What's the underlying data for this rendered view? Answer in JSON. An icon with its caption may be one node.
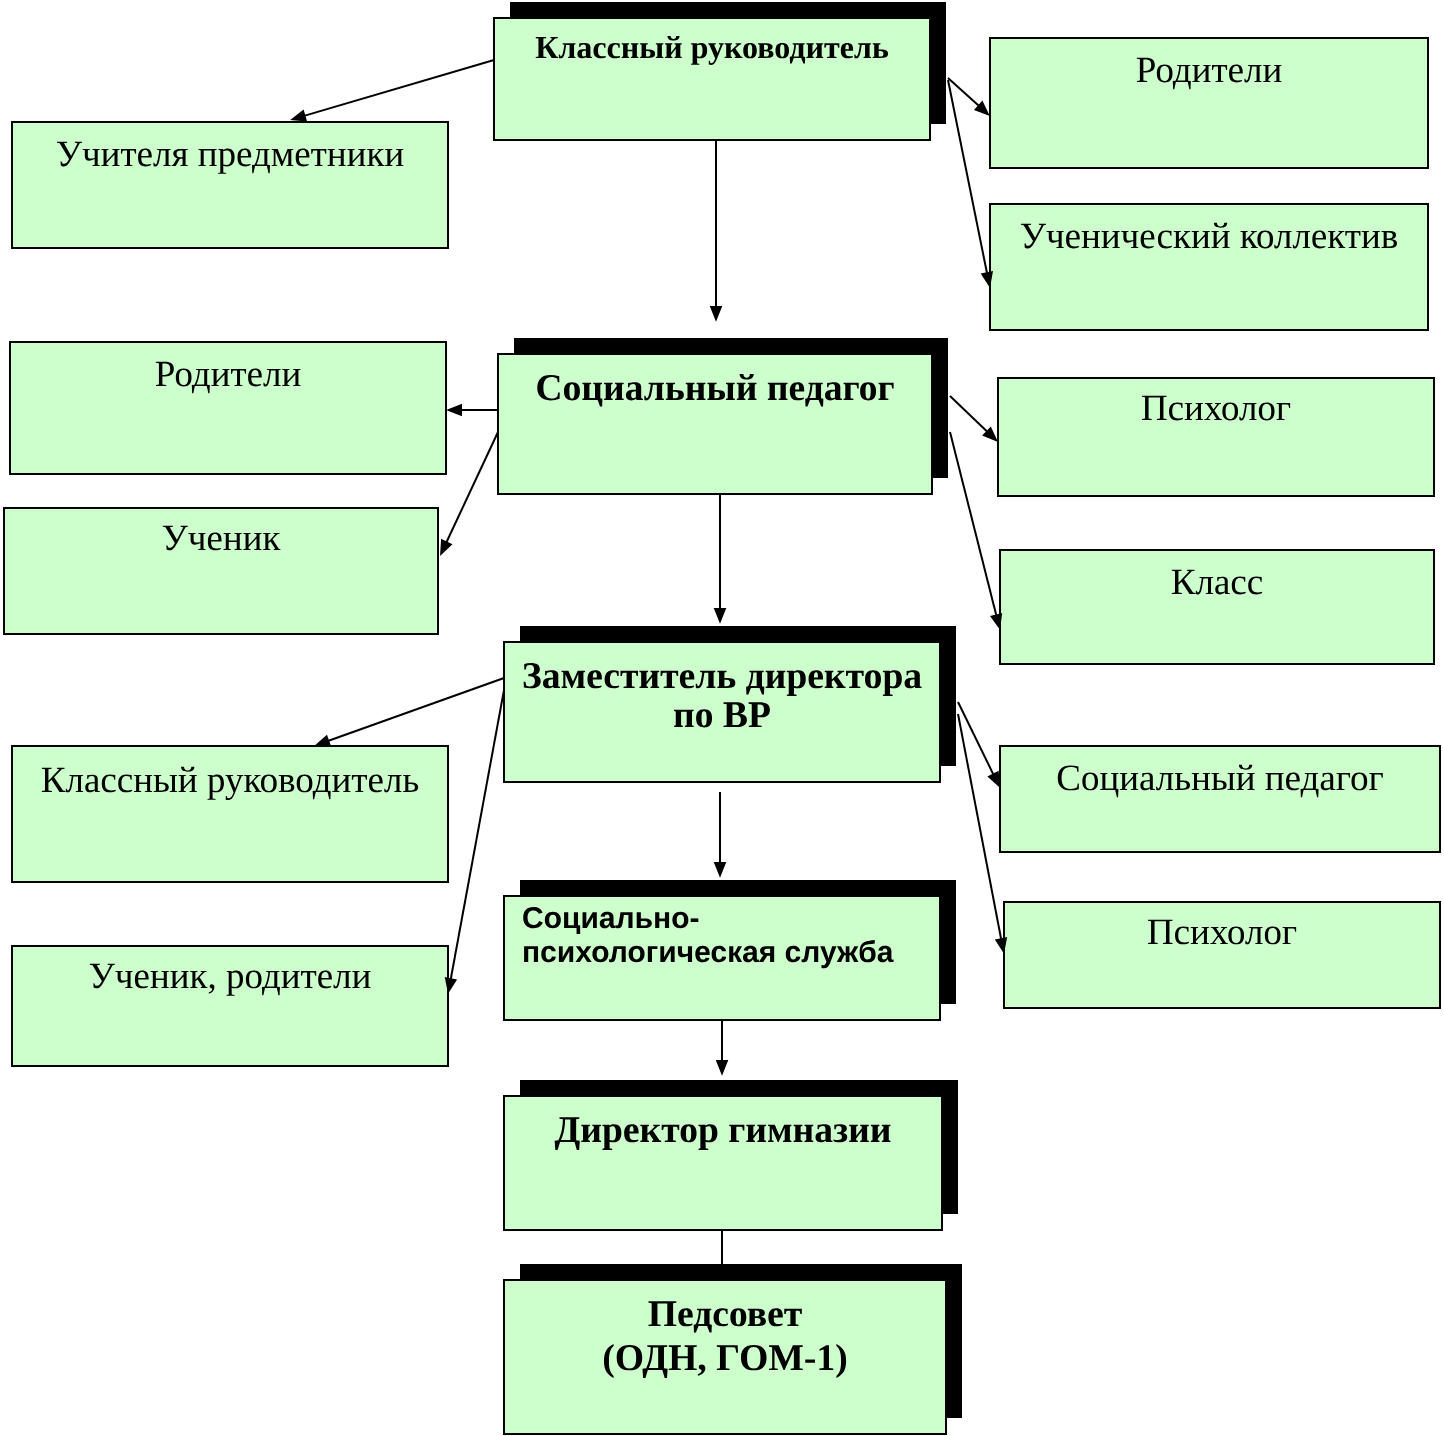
{
  "diagram": {
    "nodes": [
      {
        "text": [
          "Классный руководитель"
        ]
      },
      {
        "text": [
          "Учителя предметники"
        ]
      },
      {
        "text": [
          "Родители"
        ]
      },
      {
        "text": [
          "Ученический коллектив"
        ]
      },
      {
        "text": [
          "Социальный педагог"
        ]
      },
      {
        "text": [
          "Родители"
        ]
      },
      {
        "text": [
          "Ученик"
        ]
      },
      {
        "text": [
          "Психолог"
        ]
      },
      {
        "text": [
          "Класс"
        ]
      },
      {
        "text": [
          "Заместитель директора по ВР"
        ]
      },
      {
        "text": [
          "Классный руководитель"
        ]
      },
      {
        "text": [
          "Ученик, родители"
        ]
      },
      {
        "text": [
          "Социальный педагог"
        ]
      },
      {
        "text": [
          "Психолог"
        ]
      },
      {
        "text": [
          "Социально-психологическая служба"
        ]
      },
      {
        "text": [
          "Директор гимназии"
        ]
      },
      {
        "text": [
          "Педсовет (ОДН, ГОМ-1)"
        ]
      }
    ],
    "edges": [
      {
        "from": 0,
        "to": 1,
        "arrow": "to"
      },
      {
        "from": 0,
        "to": 2,
        "arrow": "to"
      },
      {
        "from": 0,
        "to": 3,
        "arrow": "to"
      },
      {
        "from": 0,
        "to": 4,
        "arrow": "to"
      },
      {
        "from": 4,
        "to": 5,
        "arrow": "to"
      },
      {
        "from": 4,
        "to": 6,
        "arrow": "to"
      },
      {
        "from": 4,
        "to": 7,
        "arrow": "to"
      },
      {
        "from": 4,
        "to": 8,
        "arrow": "to"
      },
      {
        "from": 4,
        "to": 9,
        "arrow": "to"
      },
      {
        "from": 9,
        "to": 10,
        "arrow": "to"
      },
      {
        "from": 9,
        "to": 11,
        "arrow": "to"
      },
      {
        "from": 9,
        "to": 12,
        "arrow": "to"
      },
      {
        "from": 9,
        "to": 13,
        "arrow": "to"
      },
      {
        "from": 9,
        "to": 14,
        "arrow": "to"
      },
      {
        "from": 14,
        "to": 15,
        "arrow": "to"
      },
      {
        "from": 15,
        "to": 16,
        "arrow": "none"
      }
    ]
  }
}
